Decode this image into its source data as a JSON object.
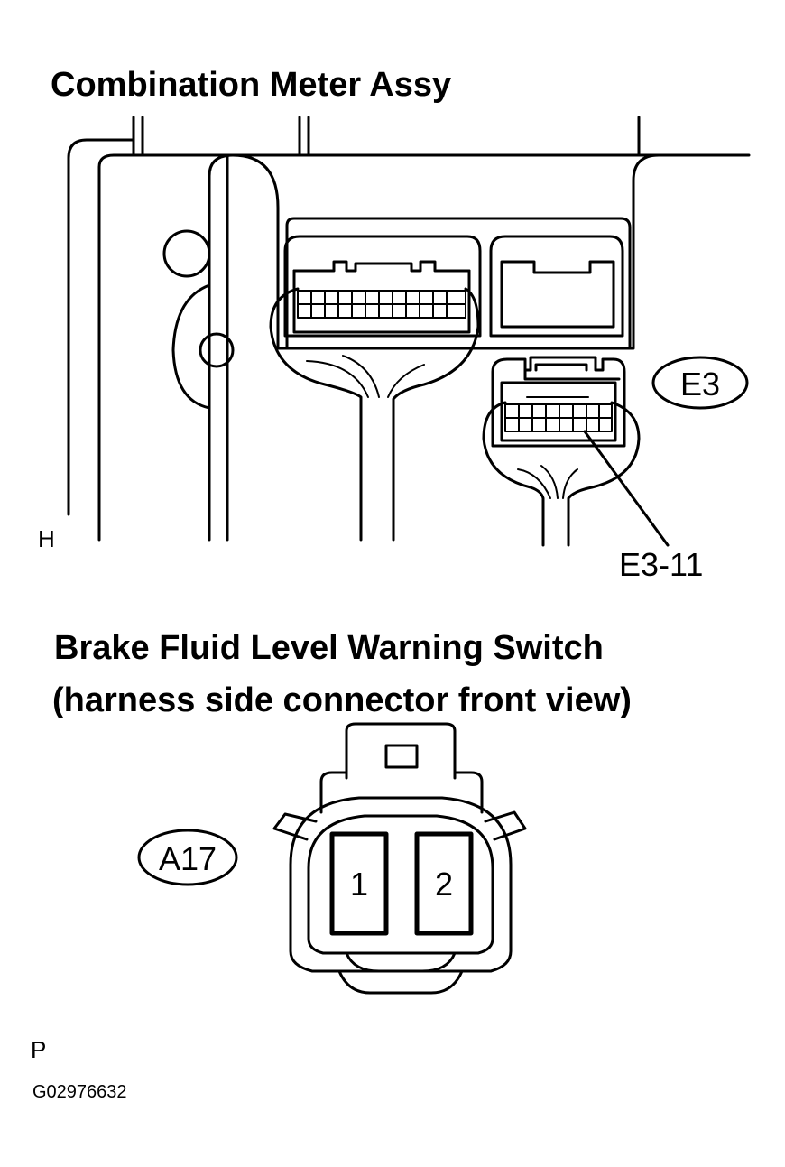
{
  "top_section": {
    "title": "Combination Meter Assy",
    "connector_label": "E3",
    "terminal_callout": "E3-11",
    "view_marker": "H"
  },
  "bottom_section": {
    "title_line1": "Brake Fluid Level Warning Switch",
    "title_line2": "(harness side connector front view)",
    "connector_label": "A17",
    "terminal_1": "1",
    "terminal_2": "2",
    "view_marker": "P"
  },
  "figure_id": "G02976632"
}
